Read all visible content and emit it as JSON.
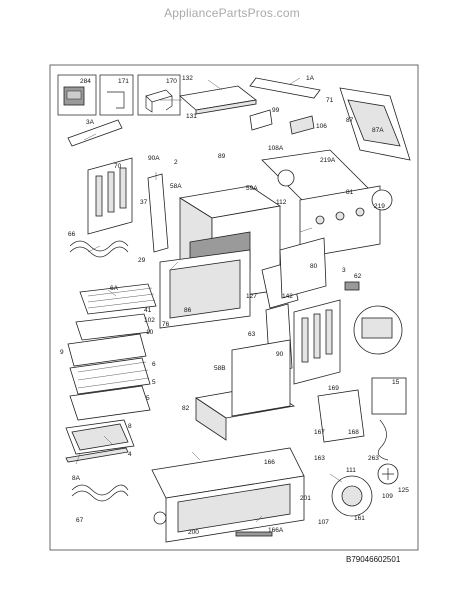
{
  "site": "AppliancePartsPros.com",
  "diagram_code": "B79046602501",
  "legend_boxes": [
    {
      "label": "284",
      "icon": "control-relay-icon"
    },
    {
      "label": "171",
      "icon": "bracket-icon"
    },
    {
      "label": "170",
      "icon": "box-bracket-icon"
    }
  ],
  "part_labels": [
    "1A",
    "132",
    "131",
    "99",
    "106",
    "108A",
    "71",
    "87",
    "87A",
    "3A",
    "70",
    "90A",
    "2",
    "89",
    "219A",
    "219",
    "81",
    "58A",
    "59A",
    "112",
    "37",
    "66",
    "3",
    "62",
    "80",
    "29",
    "41",
    "86",
    "76",
    "127",
    "142",
    "6A",
    "102",
    "10",
    "9",
    "63",
    "6",
    "5",
    "8",
    "4",
    "90",
    "58B",
    "169",
    "15",
    "82",
    "167",
    "168",
    "166",
    "163",
    "111",
    "263",
    "109",
    "201",
    "125",
    "8A",
    "166A",
    "200",
    "67",
    "107",
    "161",
    "5"
  ]
}
